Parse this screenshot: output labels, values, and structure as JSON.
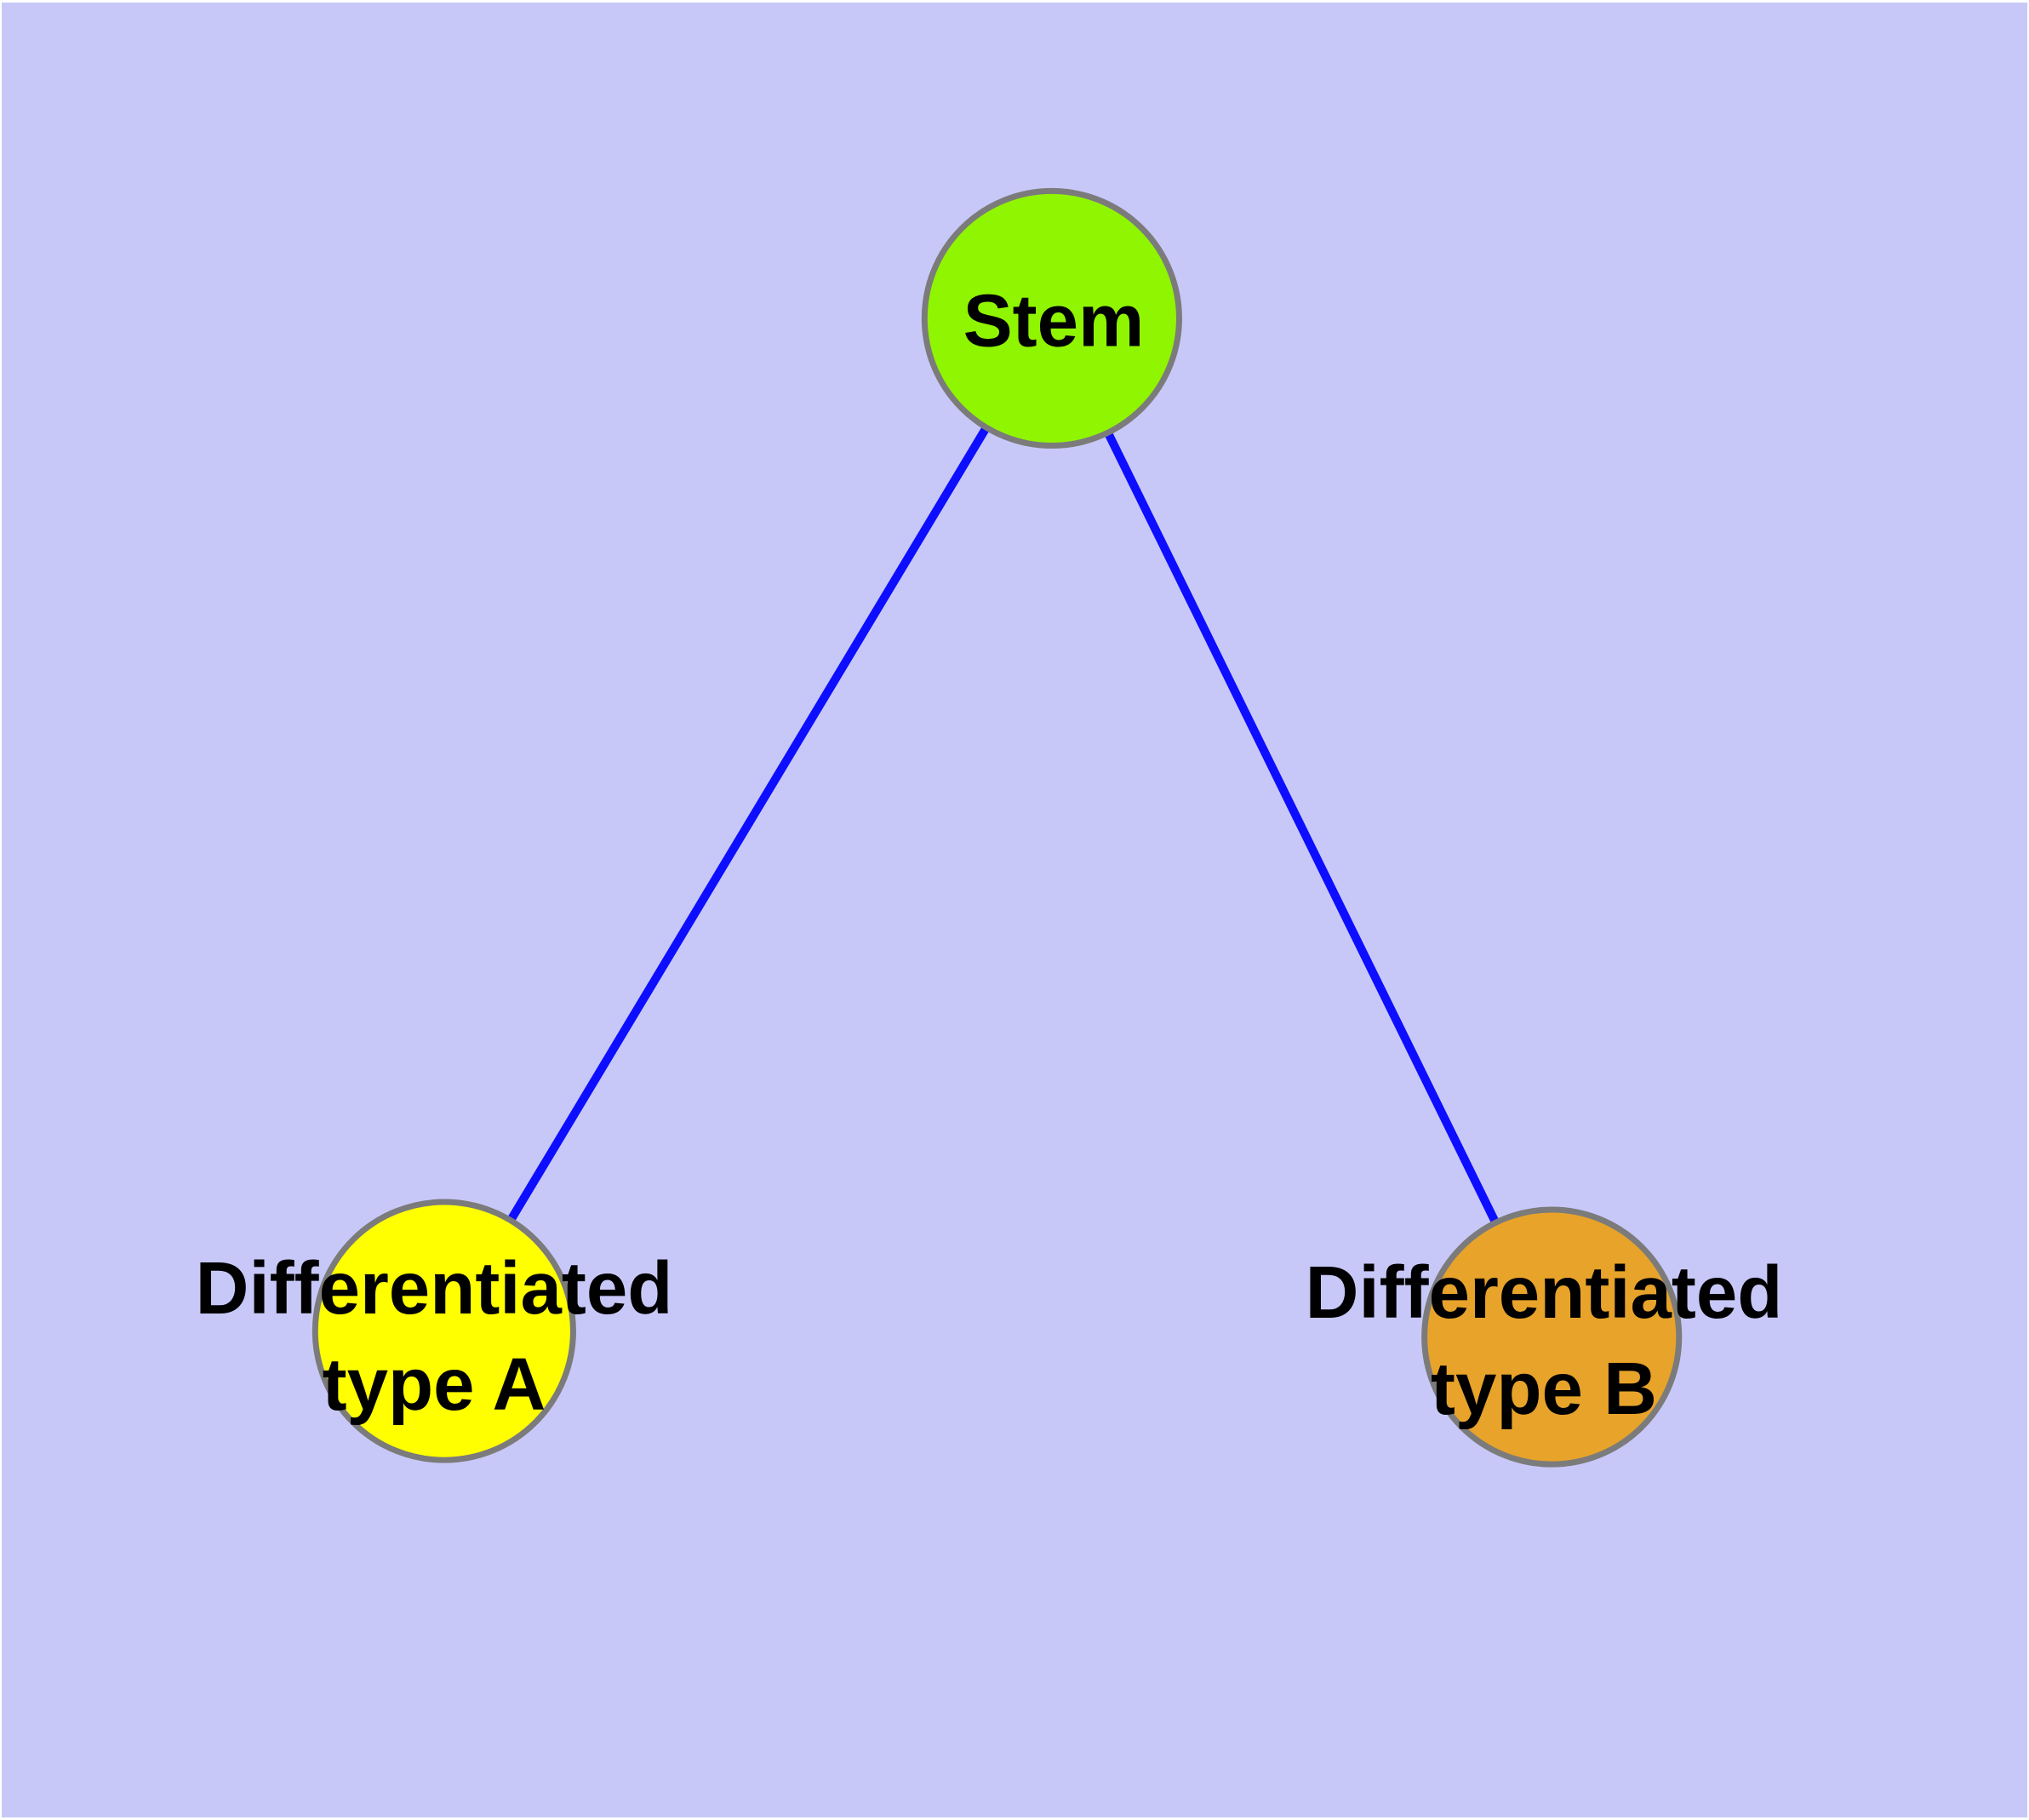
{
  "diagram": {
    "type": "graph",
    "background_color": "#c8c8f8",
    "page_margin_color": "#ffffff",
    "text_color": "#000000"
  },
  "nodes": {
    "stem": {
      "label": "Stem",
      "color": "#90f500",
      "border_color": "#7b7b7b"
    },
    "type_a": {
      "label": "Differentiated\ntype A",
      "color": "#ffff00",
      "border_color": "#7b7b7b"
    },
    "type_b": {
      "label": "Differentiated\ntype B",
      "color": "#e8a32a",
      "border_color": "#7b7b7b"
    }
  },
  "edges": {
    "color": "#0d0dff",
    "list": [
      {
        "from": "Stem",
        "to": "Differentiated type A"
      },
      {
        "from": "Stem",
        "to": "Differentiated type B"
      }
    ]
  }
}
